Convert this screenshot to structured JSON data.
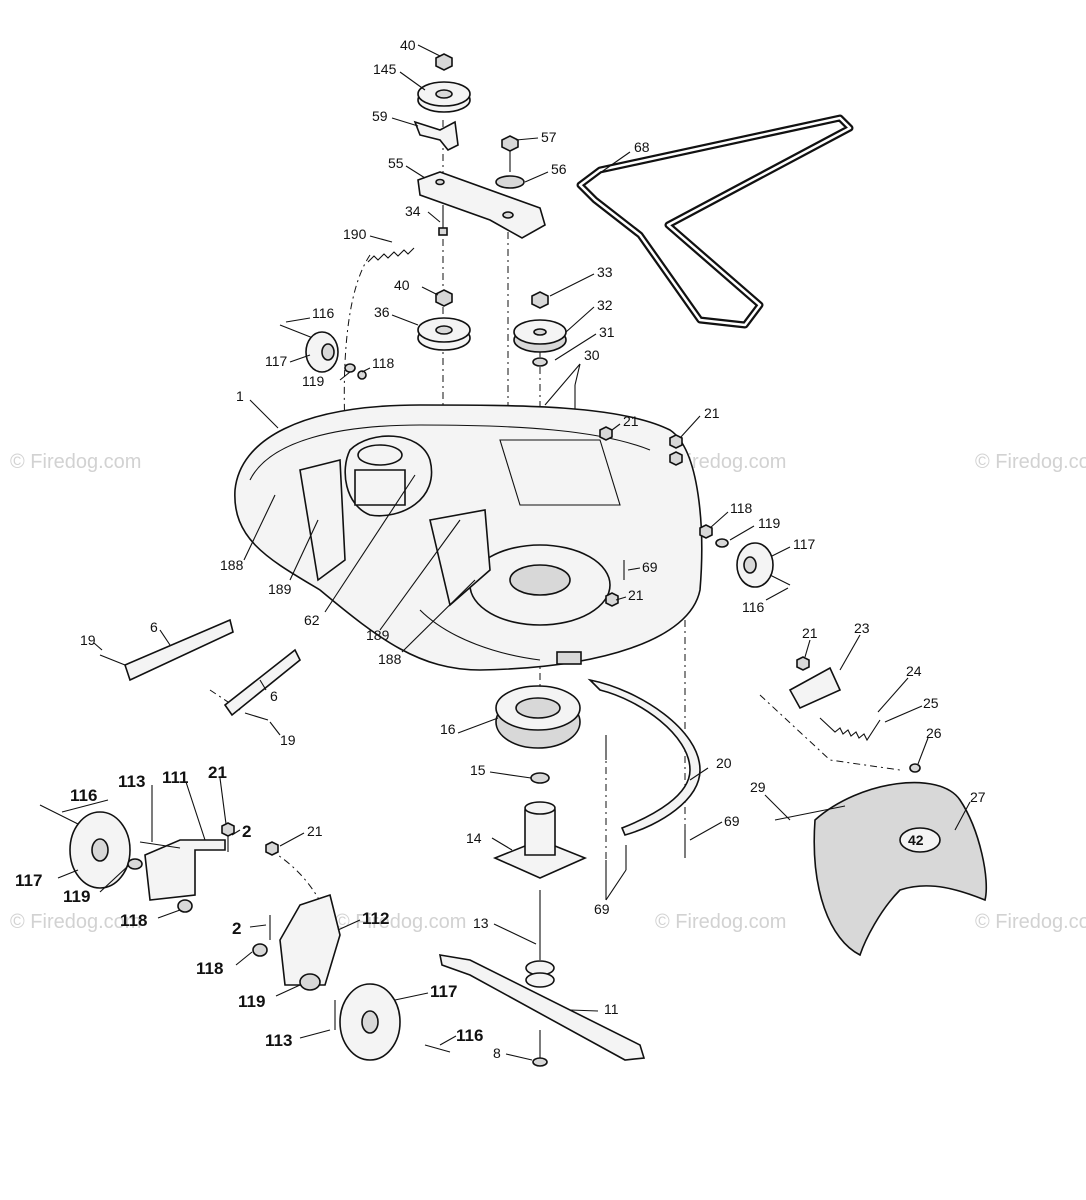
{
  "watermark": "© Firedog.com",
  "callouts": {
    "c40a": "40",
    "c145": "145",
    "c59": "59",
    "c57": "57",
    "c68": "68",
    "c55": "55",
    "c56": "56",
    "c34": "34",
    "c190": "190",
    "c40b": "40",
    "c33": "33",
    "c36": "36",
    "c32": "32",
    "c116a": "116",
    "c31": "31",
    "c30": "30",
    "c117a": "117",
    "c118a": "118",
    "c119a": "119",
    "c1": "1",
    "c21a": "21",
    "c21b": "21",
    "c118b": "118",
    "c119b": "119",
    "c117b": "117",
    "c69a": "69",
    "c116b": "116",
    "c188a": "188",
    "c189a": "189",
    "c62": "62",
    "c189b": "189",
    "c21c": "21",
    "c188b": "188",
    "c19a": "19",
    "c6a": "6",
    "c6b": "6",
    "c19b": "19",
    "c21d": "21",
    "c23": "23",
    "c24": "24",
    "c25": "25",
    "c16": "16",
    "c26": "26",
    "c20": "20",
    "c15": "15",
    "c29": "29",
    "c27": "27",
    "c113a": "113",
    "c111": "111",
    "c21e": "21",
    "c116c": "116",
    "c2a": "2",
    "c21f": "21",
    "c14": "14",
    "c69b": "69",
    "c117c": "117",
    "c119c": "119",
    "c69c": "69",
    "c118c": "118",
    "c13": "13",
    "c2b": "2",
    "c112": "112",
    "c118d": "118",
    "c119d": "119",
    "c117d": "117",
    "c11": "11",
    "c113b": "113",
    "c116d": "116",
    "c8": "8"
  },
  "deck_badge": "42"
}
